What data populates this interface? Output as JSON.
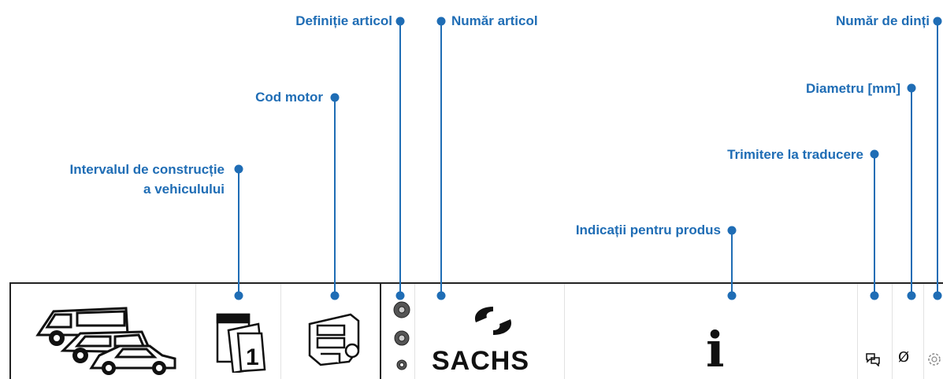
{
  "labels": {
    "definitie_articol": "Definiție articol",
    "numar_articol": "Număr articol",
    "numar_de_dinti": "Număr de dinți",
    "cod_motor": "Cod motor",
    "diametru": "Diametru [mm]",
    "interval_line1": "Intervalul de construcție",
    "interval_line2": "a vehiculului",
    "trimitere": "Trimitere la traducere",
    "indicatii": "Indicații pentru produs"
  },
  "bar": {
    "brand": "SACHS",
    "info_glyph": "i",
    "diameter_symbol": "Ø"
  },
  "icons": [
    "vehicles-icon",
    "calendar-icon",
    "engine-icon",
    "gear-icon",
    "sachs-logo",
    "info-icon",
    "chat-icon",
    "diameter-icon",
    "gear-outline-icon"
  ],
  "colors": {
    "accent": "#1f6db5",
    "border": "#222222"
  }
}
